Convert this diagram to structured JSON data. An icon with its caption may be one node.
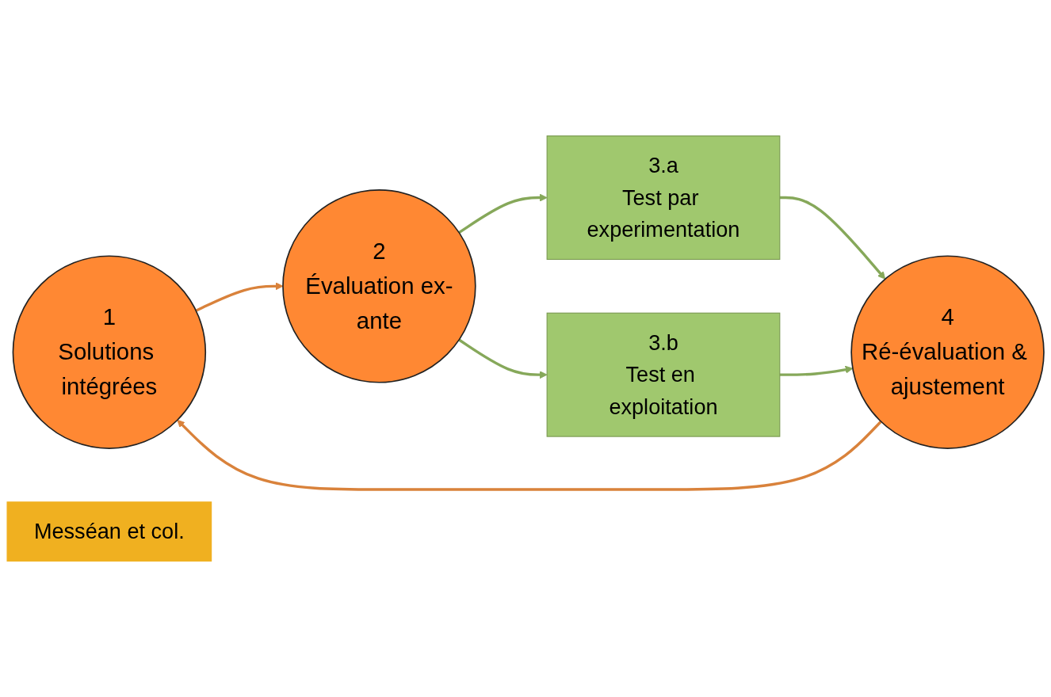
{
  "diagram": {
    "nodes": [
      {
        "text": [
          "1",
          "Solutions intégrées"
        ]
      },
      {
        "text": [
          "2",
          "Évaluation ex-ante"
        ]
      },
      {
        "text": [
          "3.a",
          "Test par experimentation"
        ]
      },
      {
        "text": [
          "3.b",
          "Test en exploitation"
        ]
      },
      {
        "text": [
          "4",
          "Ré-évaluation & ajustement"
        ]
      },
      {
        "text": [
          "Messéan et col."
        ]
      }
    ],
    "edges": [
      {
        "from": 0,
        "to": 1,
        "arrow": "to",
        "color": "#d9823b"
      },
      {
        "from": 1,
        "to": 2,
        "arrow": "to"
      },
      {
        "from": 1,
        "to": 3,
        "arrow": "to"
      },
      {
        "from": 2,
        "to": 4,
        "arrow": "to"
      },
      {
        "from": 3,
        "to": 4,
        "arrow": "to"
      },
      {
        "from": 4,
        "to": 0,
        "arrow": "to",
        "color": "#d9823b"
      }
    ]
  }
}
